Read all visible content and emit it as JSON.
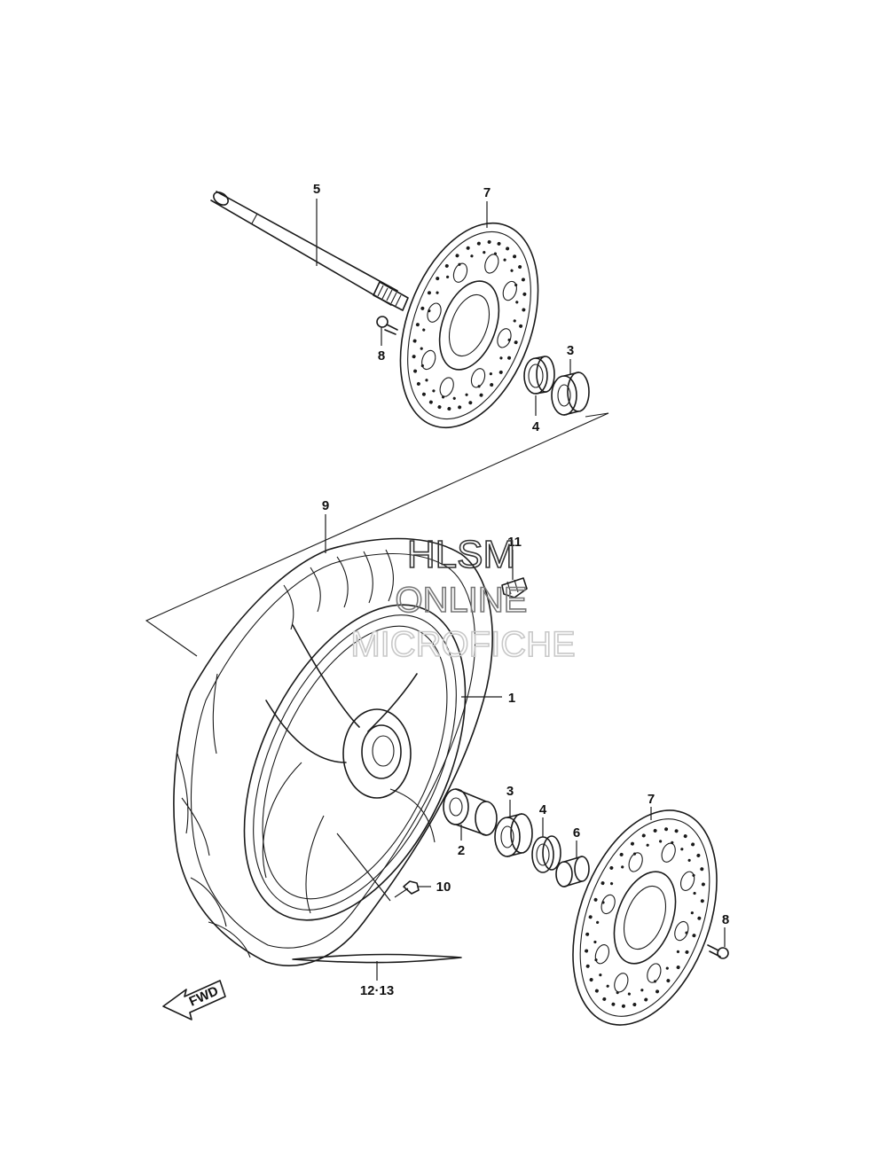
{
  "callouts": {
    "c1": "1",
    "c2": "2",
    "c3a": "3",
    "c3b": "3",
    "c4a": "4",
    "c4b": "4",
    "c5": "5",
    "c6": "6",
    "c7a": "7",
    "c7b": "7",
    "c8a": "8",
    "c8b": "8",
    "c9": "9",
    "c10": "10",
    "c11": "11",
    "c12_13": "12·13"
  },
  "fwd_label": "FWD",
  "watermark": {
    "line1": "HLSM",
    "line2": "ONLINE",
    "line3": "MICROFICHE"
  }
}
